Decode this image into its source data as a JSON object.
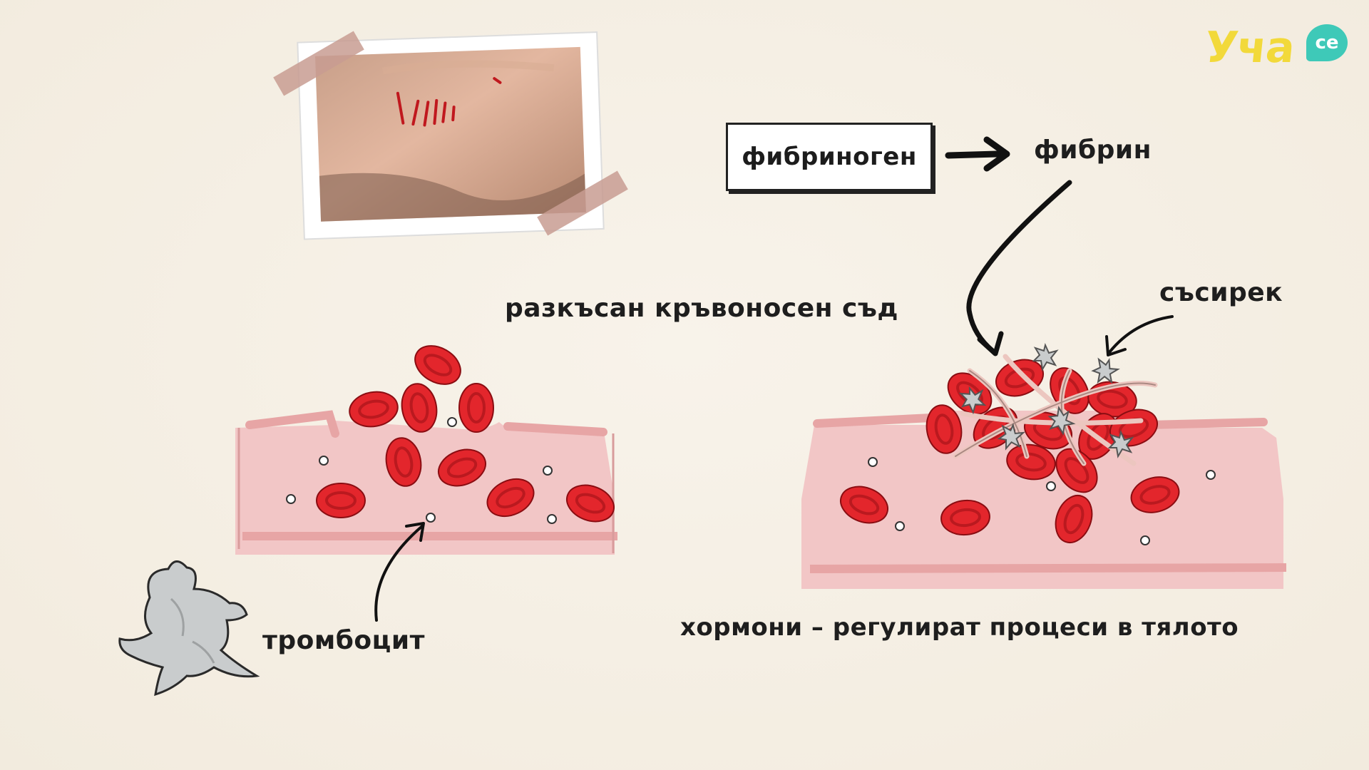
{
  "labels": {
    "fibrinogen": "фибриноген",
    "fibrin": "фибрин",
    "clot": "съсирек",
    "torn_vessel": "разкъсан кръвоносен съд",
    "platelet": "тромбоцит",
    "hormones": "хормони – регулират процеси в тялото"
  },
  "logo": {
    "text": "Уча",
    "suffix": "се"
  },
  "colors": {
    "background": "#f6f0e6",
    "vessel_fill": "#f2c6c6",
    "vessel_wall": "#e7a5a5",
    "red_cell": "#d81f26",
    "platelet": "#c9cccd",
    "fibrin": "#ecc6bf",
    "logo_yellow": "#f2d93a",
    "logo_teal": "#3ec9b8"
  }
}
